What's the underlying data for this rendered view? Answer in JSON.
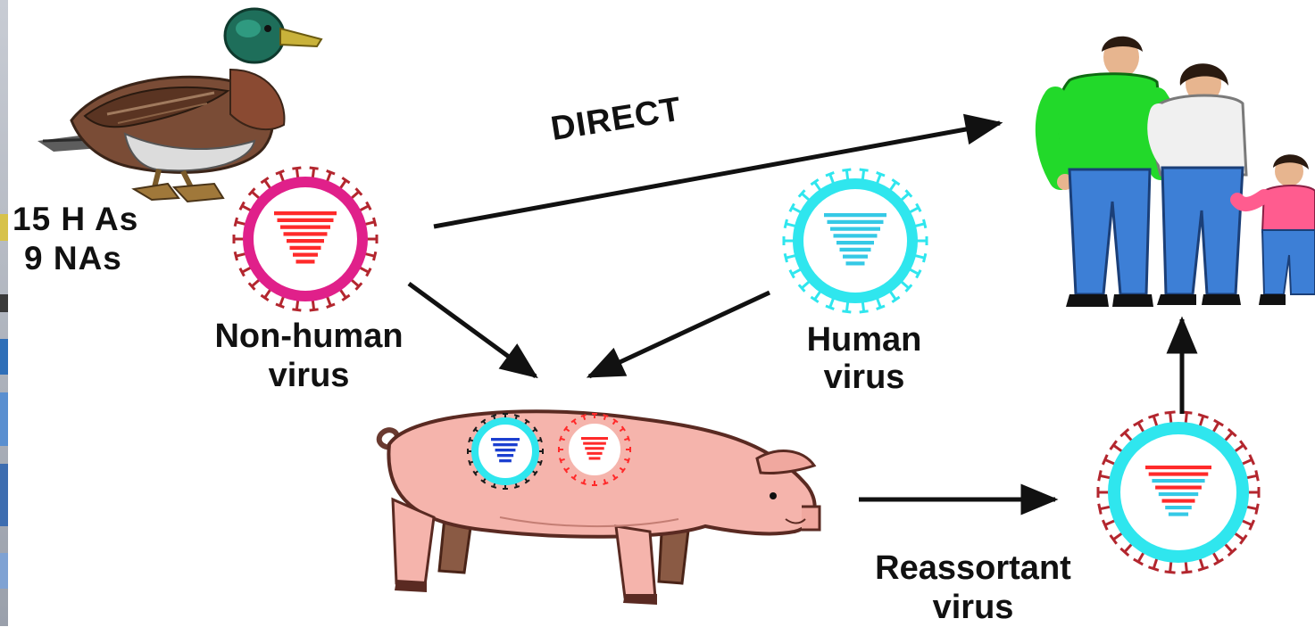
{
  "labels": {
    "duck_has": "15 H As",
    "duck_nas": "9 NAs",
    "direct": "DIRECT",
    "non_human_line1": "Non-human",
    "non_human_line2": "virus",
    "human_line1": "Human",
    "human_line2": "virus",
    "reassortant_line1": "Reassortant",
    "reassortant_line2": "virus"
  },
  "icons": {
    "source_host": "duck-icon",
    "mixing_host": "pig-icon",
    "target_host": "human-family-icon",
    "viruses": [
      "non-human-virus-icon",
      "human-virus-icon",
      "reassortant-virus-icon"
    ]
  },
  "colors": {
    "non_human_virus": "#e0208a",
    "non_human_segments": "#ff2a2a",
    "human_virus": "#2fe6ee",
    "human_segments": "#35c9e6",
    "virus_spikes": "#b3262e",
    "arrow": "#111111",
    "pig_skin": "#f5b4ac",
    "man_shirt": "#22d92a",
    "jeans": "#3d7fd6",
    "child_shirt": "#ff5c8f"
  }
}
